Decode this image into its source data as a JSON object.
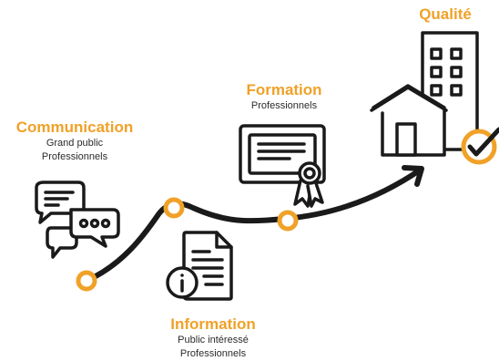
{
  "colors": {
    "accent": "#F0A128",
    "ink": "#1a1a1a",
    "background": "#ffffff"
  },
  "stages": [
    {
      "id": "communication",
      "title": "Communication",
      "lines": [
        "Grand public",
        "Professionnels"
      ],
      "icon": "speech-bubbles-icon"
    },
    {
      "id": "information",
      "title": "Information",
      "lines": [
        "Public intéressé",
        "Professionnels"
      ],
      "icon": "document-info-icon"
    },
    {
      "id": "formation",
      "title": "Formation",
      "lines": [
        "Professionnels"
      ],
      "icon": "certificate-icon"
    },
    {
      "id": "qualite",
      "title": "Qualité",
      "lines": [],
      "icon": "buildings-check-icon"
    }
  ]
}
